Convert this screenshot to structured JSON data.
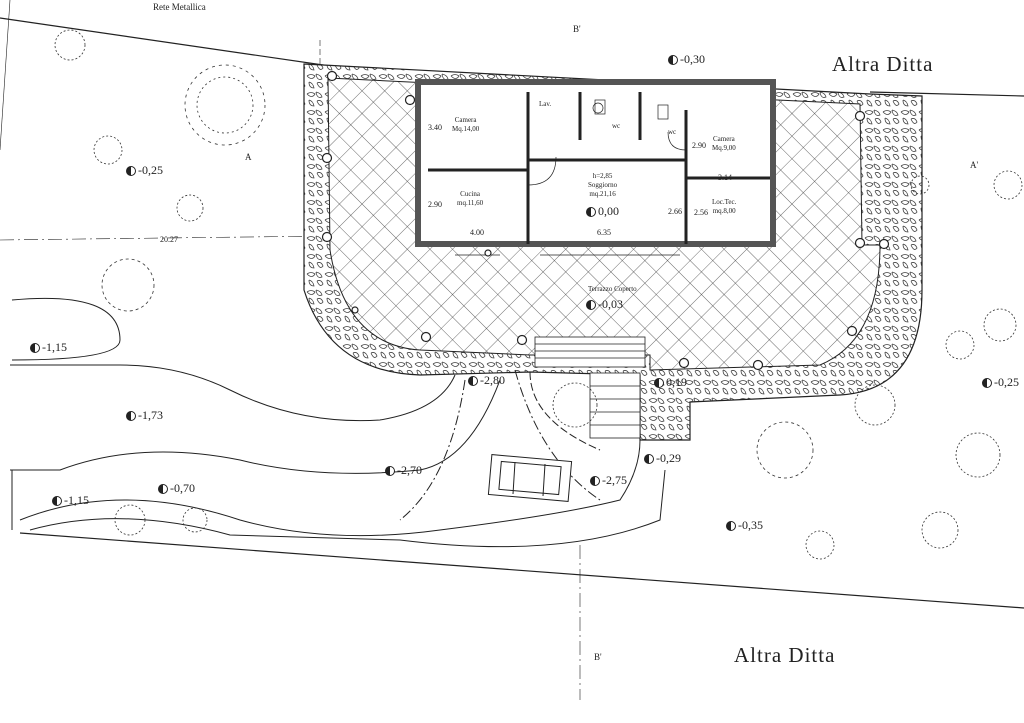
{
  "top_note": "Rete Metallica",
  "neighbors": {
    "top": "Altra   Ditta",
    "bottom": "Altra  Ditta"
  },
  "section_marks": {
    "b_top": "B'",
    "b_bottom": "B'",
    "a_left": "A",
    "a_right": "A'"
  },
  "elevations": {
    "top": "-0,30",
    "left_upper": "-0,25",
    "right": "-0,25",
    "left_mid": "-1,15",
    "left_low": "-1,15",
    "drive_upper": "-1,73",
    "drive_lower": "-0,70",
    "ramp_top": "-2,80",
    "ramp_mid": "-2,70",
    "car": "-2,75",
    "terrace": "-0,03",
    "stair_right": "0,19",
    "stair_bottom": "-0,29",
    "lawn_right": "-0,35",
    "living": "0,00"
  },
  "rooms": {
    "camera1": [
      "Camera",
      "Mq.14,00"
    ],
    "cucina": [
      "Cucina",
      "mq.11,60"
    ],
    "soggiorno": [
      "h=2,85",
      "Soggiorno",
      "mq.21,16"
    ],
    "camera2": [
      "Camera",
      "Mq.9,00"
    ],
    "loc_tec": [
      "Loc.Tec.",
      "mq.8,00"
    ],
    "lav": "Lav.",
    "wc1": "wc",
    "wc2": "wc",
    "terrazzo": "Terrazzo Coperto"
  },
  "dimensions": {
    "d340": "3.40",
    "d290a": "2.90",
    "d400": "4.00",
    "d635": "6.35",
    "d266": "2.66",
    "d256": "2.56",
    "d290b": "2.90",
    "d314": "3.14",
    "d2027": "20.27"
  }
}
